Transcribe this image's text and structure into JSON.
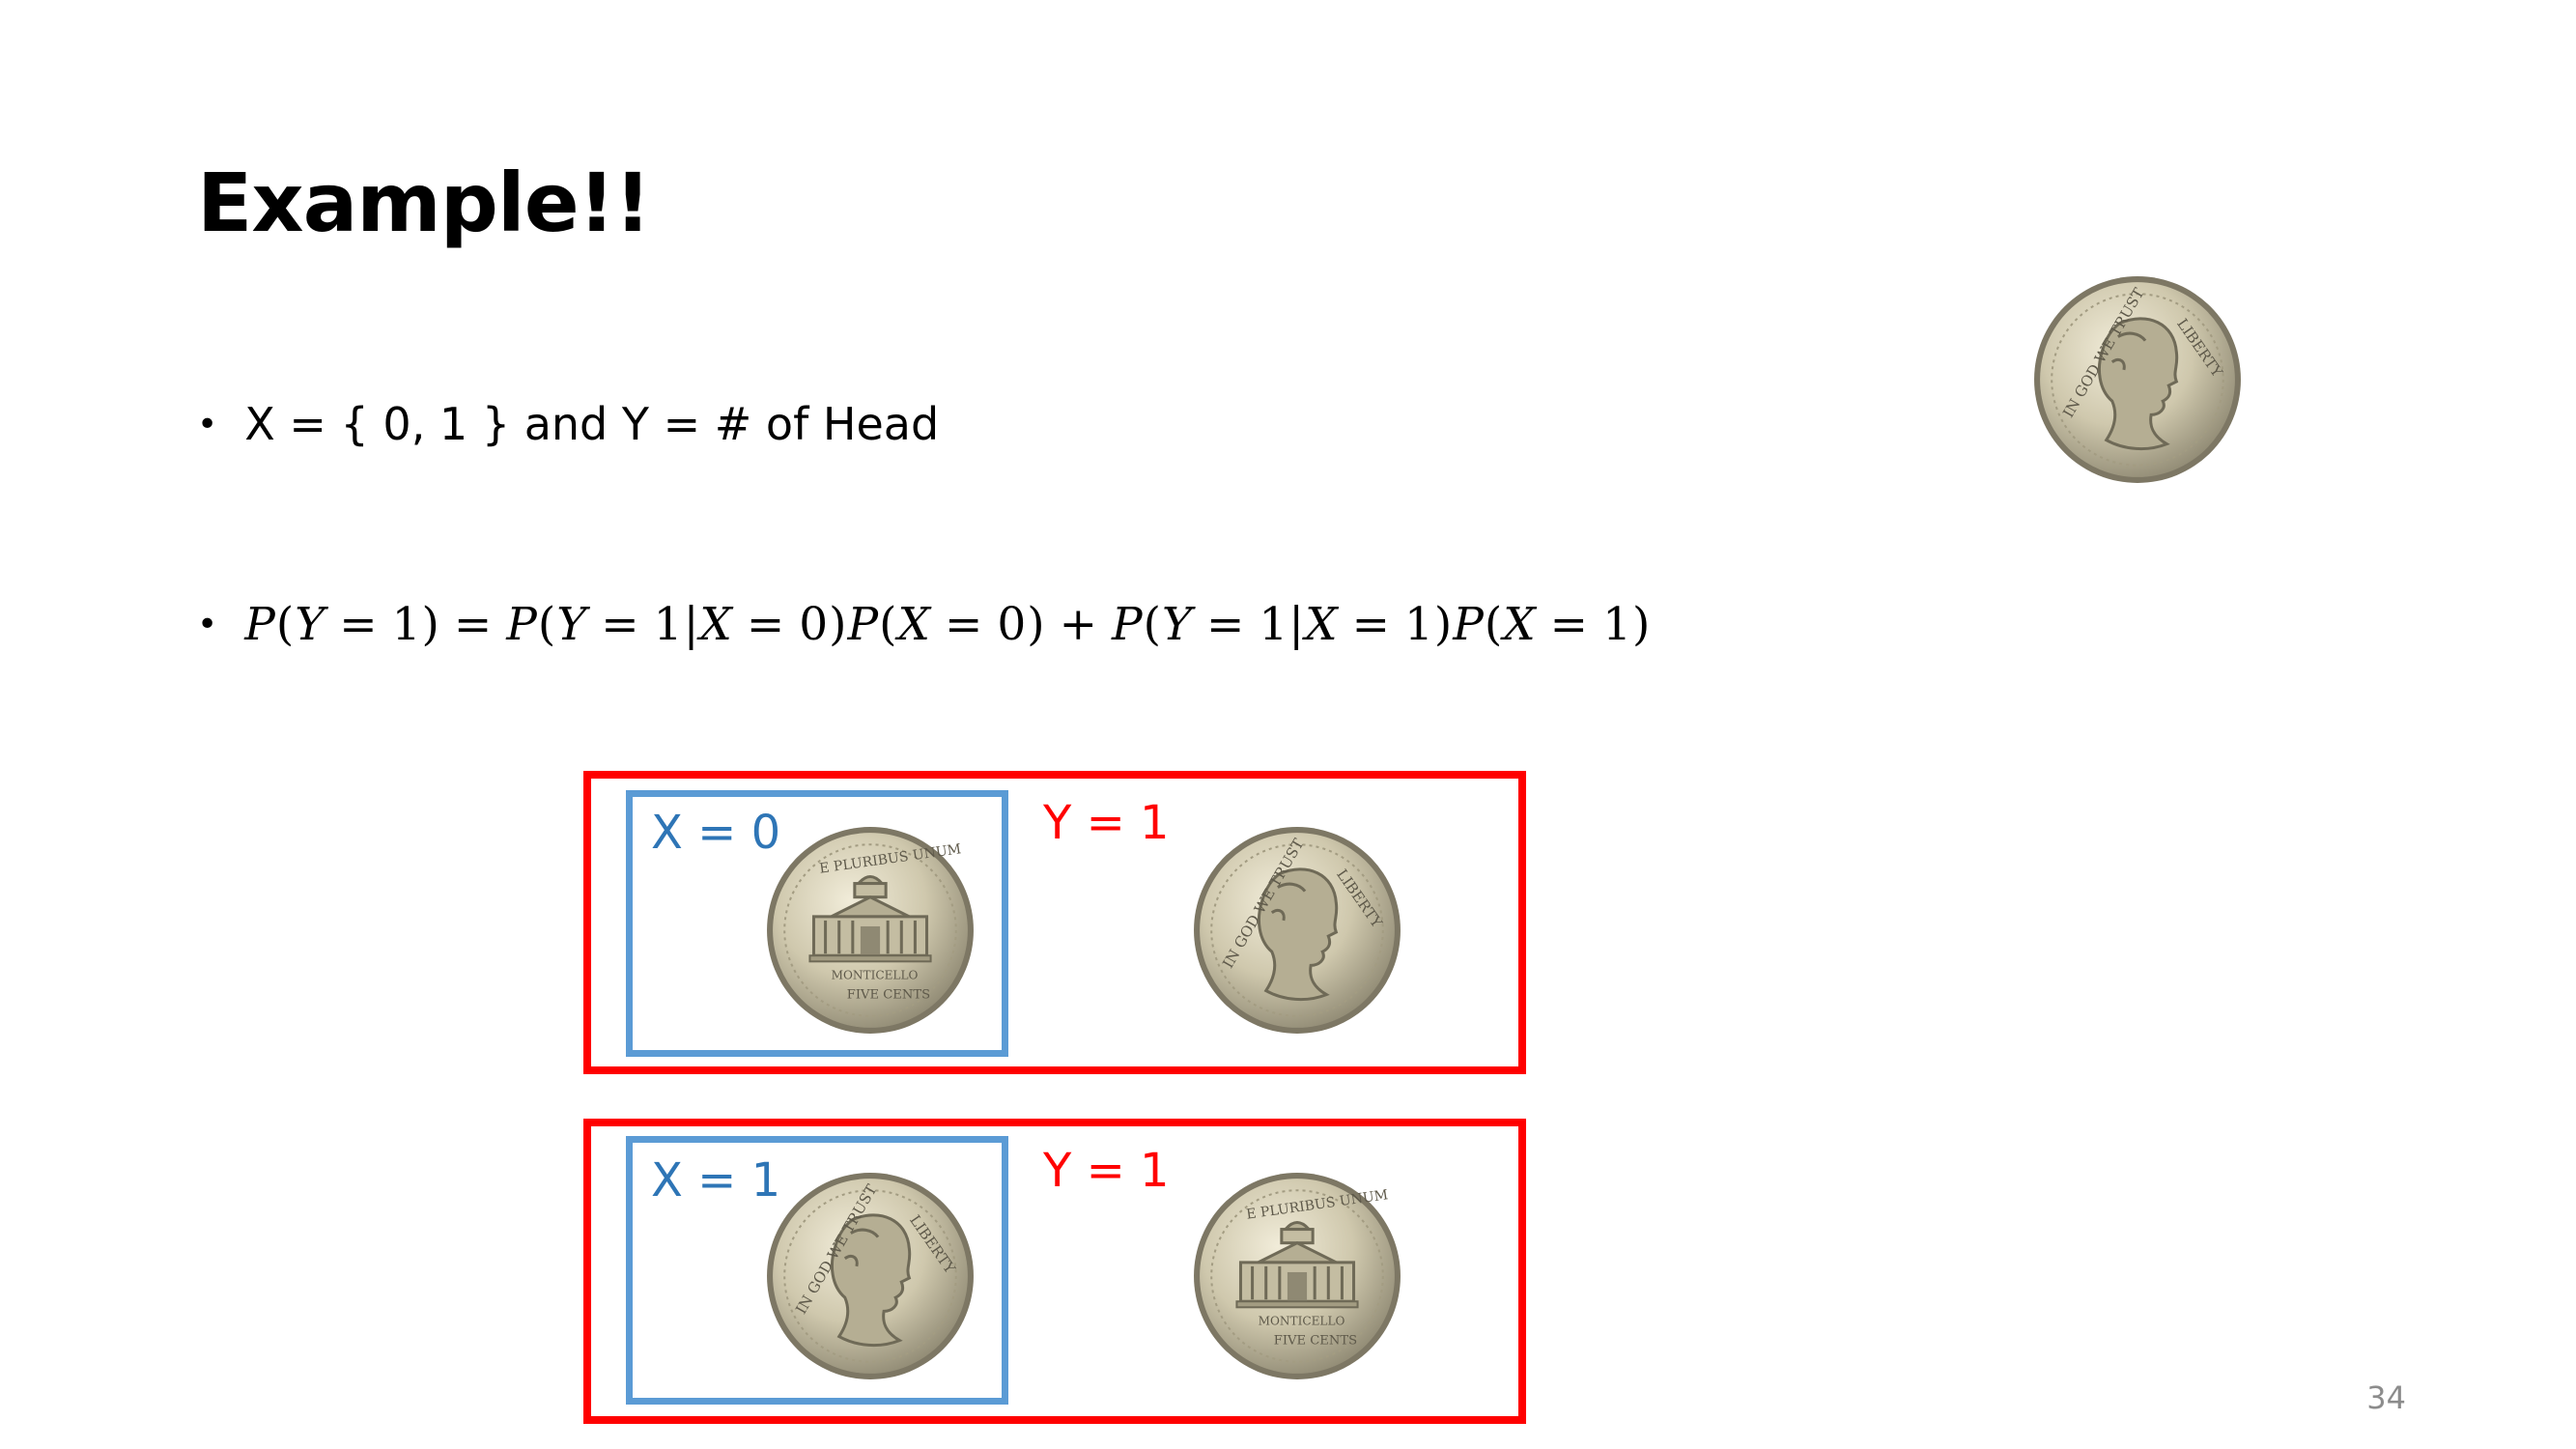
{
  "slide": {
    "title": "Example!!",
    "bullets": [
      {
        "marker": "•",
        "text": "X = { 0, 1 }  and  Y = # of Head"
      },
      {
        "marker": "•"
      }
    ],
    "formula": {
      "P": "P",
      "Y": "Y",
      "X": "X",
      "eq": "=",
      "plus": "+",
      "bar": "|",
      "lp": "(",
      "rp": ")",
      "one": "1",
      "zero": "0",
      "one_rp": "1)",
      "zero_rp": "0)"
    },
    "cases": [
      {
        "x_label": "X = 0",
        "y_label": "Y = 1",
        "x_coin": "tails",
        "y_coin": "heads"
      },
      {
        "x_label": "X = 1",
        "y_label": "Y = 1",
        "x_coin": "heads",
        "y_coin": "tails"
      }
    ],
    "page_number": "34"
  },
  "colors": {
    "red_box": "#ff0000",
    "blue_box": "#5b9bd5",
    "x_label": "#2e75b6",
    "y_label": "#ff0000",
    "coin_metal": "#c9c2a8",
    "coin_rim": "#8a8470"
  },
  "icons": {
    "heads_coin": "nickel-heads-icon",
    "tails_coin": "nickel-tails-icon"
  }
}
